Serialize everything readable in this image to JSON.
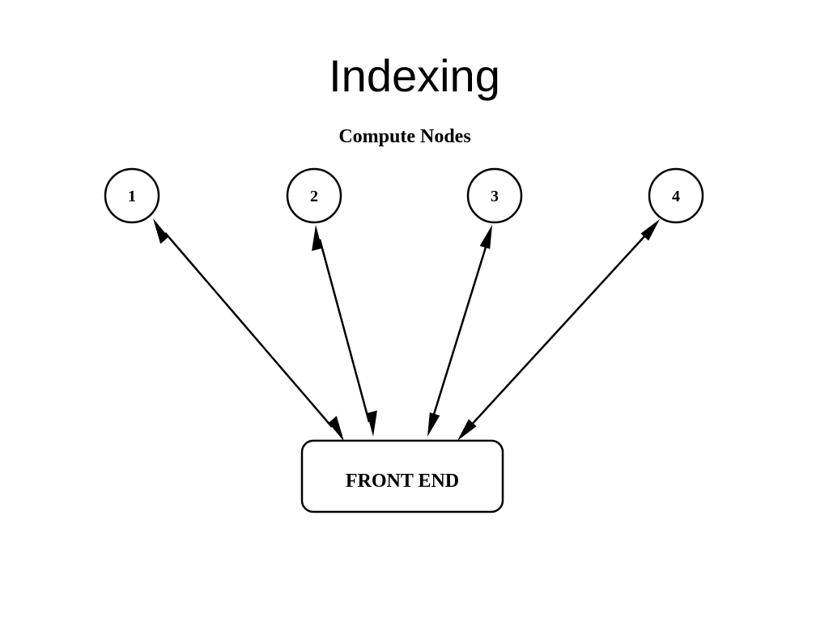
{
  "title": "Indexing",
  "diagram": {
    "caption": "Compute Nodes",
    "nodes": [
      {
        "id": "node-1",
        "label": "1"
      },
      {
        "id": "node-2",
        "label": "2"
      },
      {
        "id": "node-3",
        "label": "3"
      },
      {
        "id": "node-4",
        "label": "4"
      }
    ],
    "hub": {
      "label": "FRONT END"
    },
    "edges": [
      {
        "from": "node-1",
        "to": "front-end",
        "direction": "bidirectional"
      },
      {
        "from": "node-2",
        "to": "front-end",
        "direction": "bidirectional"
      },
      {
        "from": "node-3",
        "to": "front-end",
        "direction": "bidirectional"
      },
      {
        "from": "node-4",
        "to": "front-end",
        "direction": "bidirectional"
      }
    ],
    "colors": {
      "stroke": "#000000",
      "fill": "#ffffff",
      "text": "#000000"
    }
  }
}
